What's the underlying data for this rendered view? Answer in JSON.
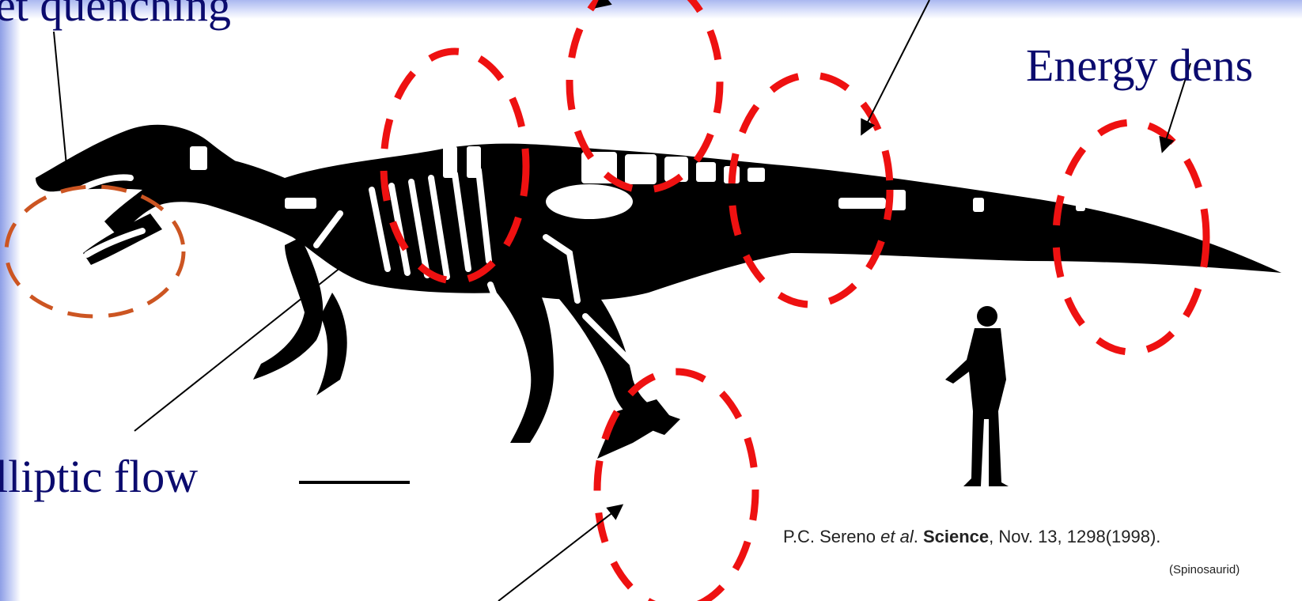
{
  "labels": {
    "jet_quenching": "et quenching",
    "energy_density": "Energy dens",
    "elliptic_flow": "lliptic flow"
  },
  "citation": {
    "authors": "P.C. Sereno ",
    "et_al": "et al",
    "sep1": ". ",
    "journal": "Science",
    "details": ", Nov. 13, 1298(1998).",
    "specimen": "(Spinosaurid)"
  },
  "colors": {
    "label_text": "#0b0b6e",
    "dashed_circle_red": "#ee1111",
    "dashed_circle_orange": "#cc5522",
    "silhouette": "#000000",
    "slide_border": "#aab8f0"
  },
  "icons": [
    "dinosaur-skeleton-silhouette",
    "human-silhouette",
    "scale-bar"
  ]
}
